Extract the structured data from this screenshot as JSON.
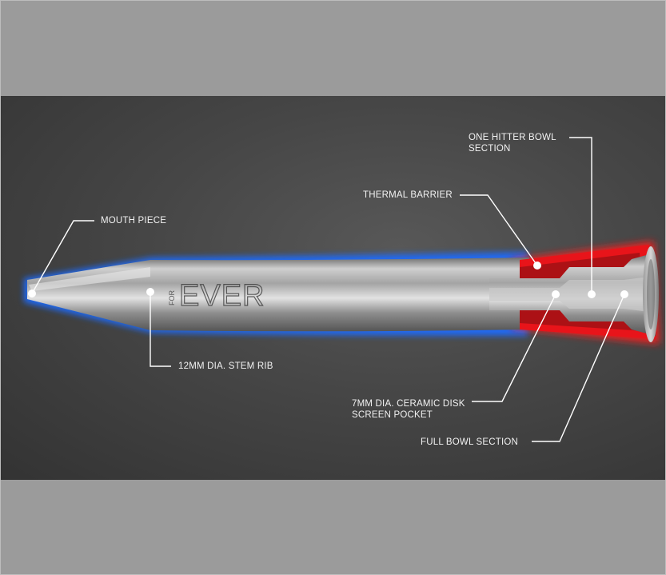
{
  "brand_mark": "FOR EVER",
  "colors": {
    "background": "#9b9b9b",
    "panel": "#464646",
    "glow_blue": "#1e6cff",
    "glow_red": "#ff1a1a",
    "metal": "#b9b9b9",
    "callout": "#ffffff"
  },
  "callouts": {
    "mouth_piece": "MOUTH PIECE",
    "stem_rib": "12mm DIA. STEM RIB",
    "thermal_barrier": "THERMAL BARRIER",
    "one_hitter": "ONE HITTER BOWL\nSECTION",
    "ceramic_disk": "7mm DIA. CERAMIC DISK\nSCREEN POCKET",
    "full_bowl": "FULL BOWL SECTION"
  }
}
